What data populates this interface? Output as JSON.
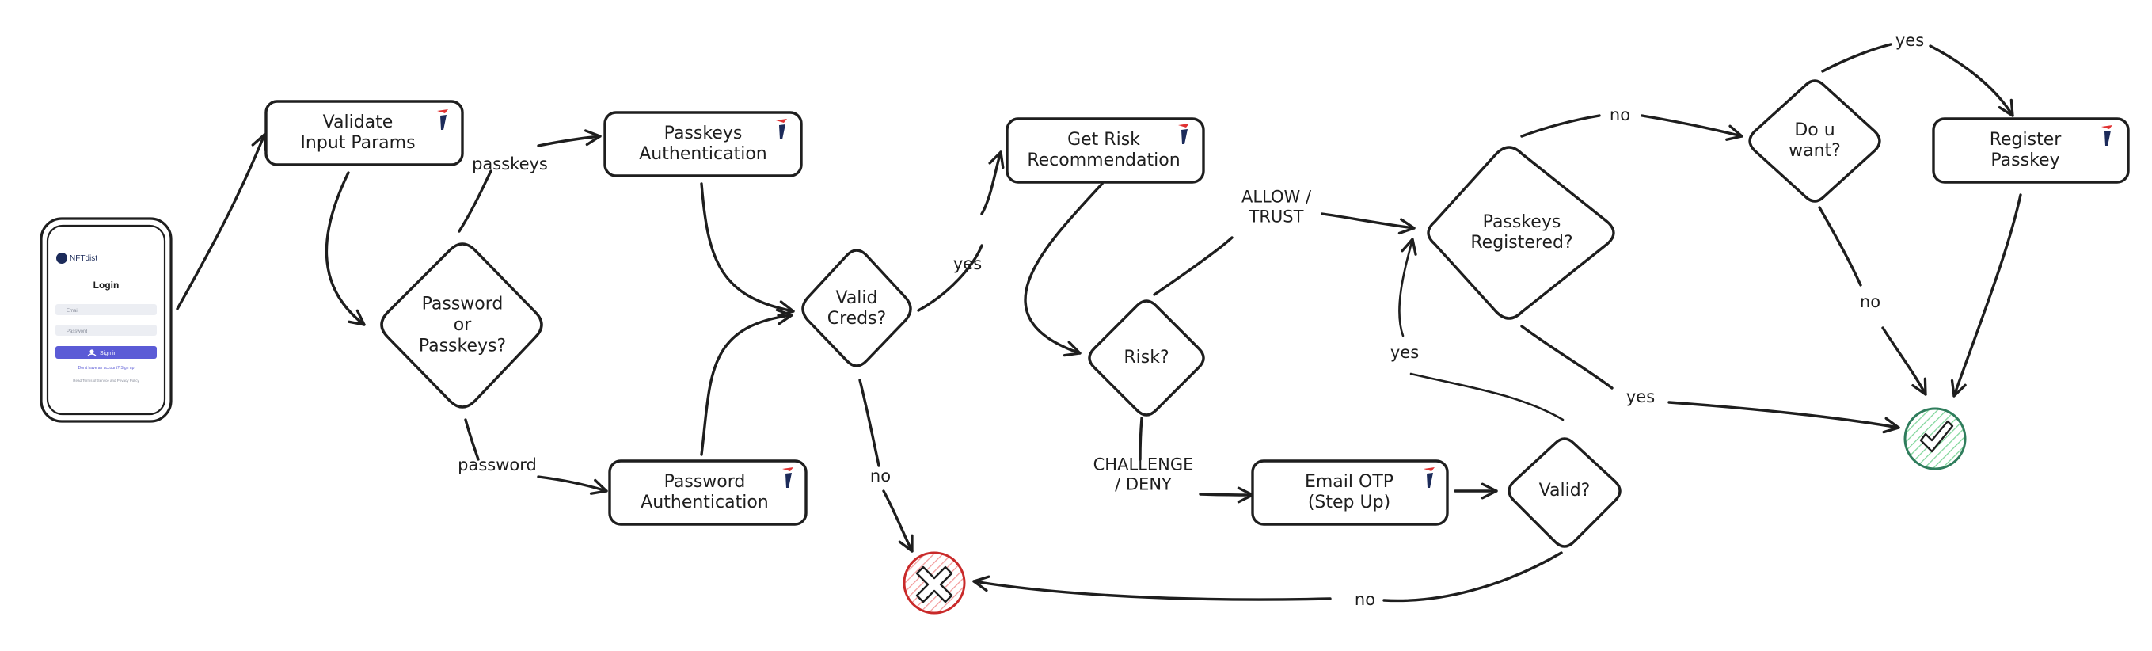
{
  "nodes": {
    "validate": "Validate\nInput Params",
    "decision_method": "Password\nor\nPasskeys?",
    "passkeys_auth": "Passkeys\nAuthentication",
    "password_auth": "Password\nAuthentication",
    "valid_creds": "Valid\nCreds?",
    "risk_rec": "Get Risk\nRecommendation",
    "risk": "Risk?",
    "email_otp": "Email OTP\n(Step Up)",
    "valid_otp": "Valid?",
    "passkeys_registered": "Passkeys\nRegistered?",
    "do_u_want": "Do u\nwant?",
    "register_passkey": "Register\nPasskey"
  },
  "edge_labels": {
    "passkeys": "passkeys",
    "password": "password",
    "yes_creds": "yes",
    "no_creds": "no",
    "allow_trust": "ALLOW /\nTRUST",
    "challenge_deny": "CHALLENGE\n/ DENY",
    "yes_otp": "yes",
    "no_otp": "no",
    "no_registered": "no",
    "yes_registered": "yes",
    "yes_want": "yes",
    "no_want": "no"
  },
  "phone": {
    "brand": "NFTdist",
    "title": "Login",
    "email_placeholder": "Email",
    "password_placeholder": "Password",
    "signin_label": "Sign in",
    "signup_text": "Don't have an account? Sign up",
    "terms_text": "Read Terms of Service and Privacy Policy"
  },
  "colors": {
    "stroke": "#1e1e1e",
    "success_fill": "#b2f2bb",
    "success_stroke": "#2f7d5c",
    "error_fill": "#ffc9c9",
    "error_stroke": "#c92a2a",
    "brand_red": "#e03131",
    "brand_navy": "#1c2b5a",
    "button": "#5b5bd6"
  },
  "icons": {
    "success": "checkmark-icon",
    "error": "cross-icon",
    "logo": "brand-logo-icon"
  }
}
